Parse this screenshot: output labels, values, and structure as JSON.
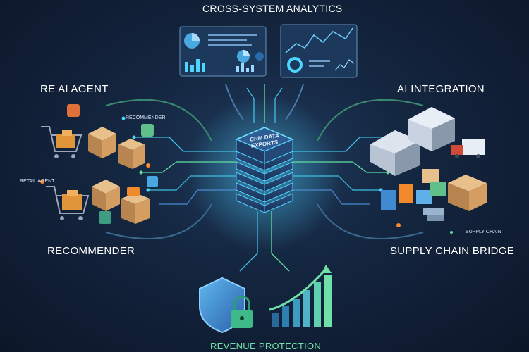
{
  "header": {
    "title": "CROSS-SYSTEM ANALYTICS"
  },
  "left": {
    "top_label": "RE AI AGENT",
    "bottom_label": "RECOMMENDER",
    "recommender_tag": "RECOMMENDER",
    "retail_tag": "RETAIL AGENT"
  },
  "right": {
    "top_label": "AI INTEGRATION",
    "bottom_label": "SUPPLY CHAIN BRIDGE",
    "supply_tag": "SUPPLY CHAIN"
  },
  "center": {
    "line1": "CRM DATA",
    "line2": "EXPORTS"
  },
  "footer": {
    "label": "REVENUE PROTECTION"
  },
  "colors": {
    "background": "#142640",
    "accent_cyan": "#4fd4ff",
    "accent_green": "#5fe0a0",
    "accent_orange": "#ff8a2a",
    "footer_text": "#6fe0a8"
  }
}
